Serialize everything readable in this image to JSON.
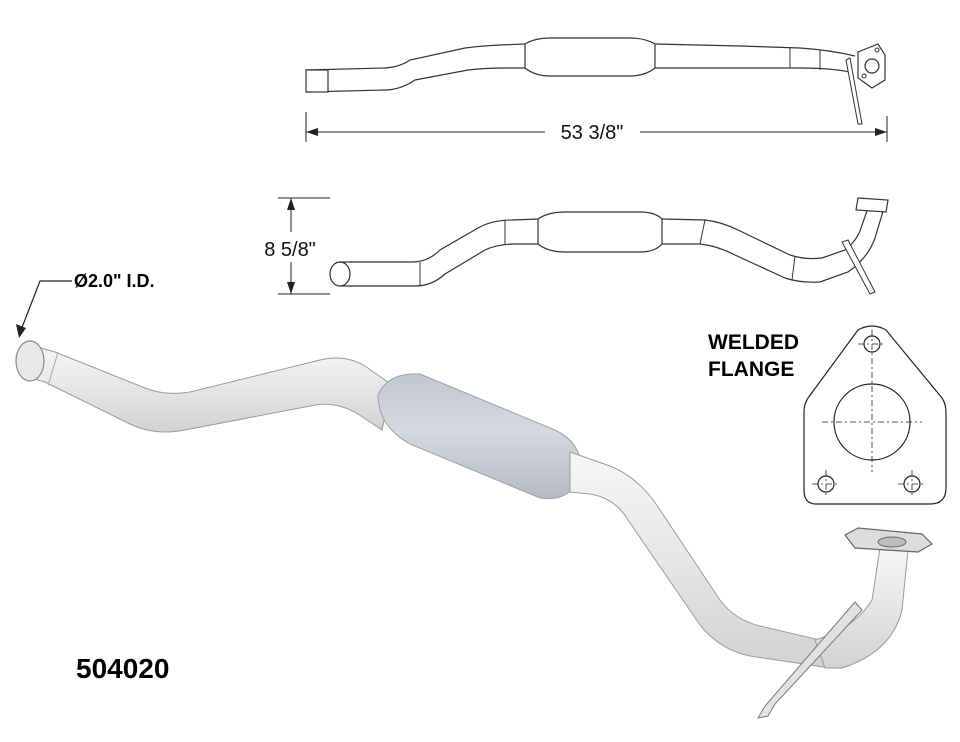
{
  "part_number": "504020",
  "inlet_label": "Ø2.0\" I.D.",
  "length_label": "53 3/8\"",
  "height_label": "8 5/8\"",
  "flange_label_line1": "WELDED",
  "flange_label_line2": "FLANGE",
  "colors": {
    "pipe_fill": "#ececec",
    "pipe_edge": "#8a8a8a",
    "converter_fill": "#cfd2d8",
    "line": "#222222"
  }
}
